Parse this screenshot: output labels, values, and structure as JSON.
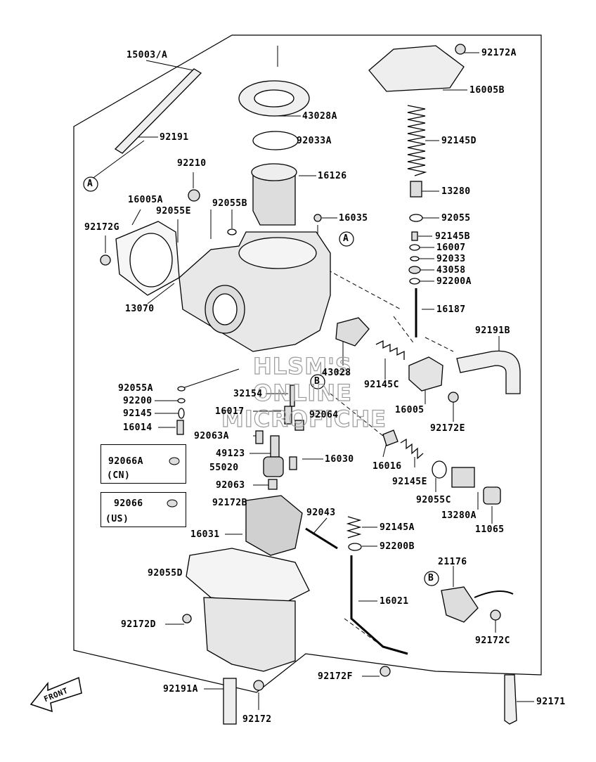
{
  "diagram": {
    "title": "",
    "callouts": {
      "a": "A",
      "b": "B"
    },
    "watermark": [
      "HLSM'S",
      "ONLINE",
      "MICROFICHE"
    ],
    "front_label": "FRONT",
    "boxes": {
      "cn": {
        "part": "92066A",
        "region": "(CN)"
      },
      "us": {
        "part": "92066",
        "region": "(US)"
      }
    },
    "parts": {
      "p15003A": "15003/A",
      "p92191": "92191",
      "p43028A": "43028A",
      "p92033A": "92033A",
      "p16126": "16126",
      "p92210": "92210",
      "p16005A": "16005A",
      "p92055E": "92055E",
      "p92055B": "92055B",
      "p16035": "16035",
      "p92172G": "92172G",
      "p13070": "13070",
      "p92172A": "92172A",
      "p16005B": "16005B",
      "p92145D": "92145D",
      "p13280": "13280",
      "p92055": "92055",
      "p92145B": "92145B",
      "p16007": "16007",
      "p92033": "92033",
      "p43058": "43058",
      "p92200A": "92200A",
      "p16187": "16187",
      "p92191B": "92191B",
      "p43028": "43028",
      "p92145C": "92145C",
      "p16005": "16005",
      "p92172E": "92172E",
      "p92055A": "92055A",
      "p92200": "92200",
      "p92145": "92145",
      "p16014": "16014",
      "p32154": "32154",
      "p16017": "16017",
      "p92064": "92064",
      "p92063A": "92063A",
      "p49123": "49123",
      "p55020": "55020",
      "p16030": "16030",
      "p92063": "92063",
      "p92172B": "92172B",
      "p16016": "16016",
      "p92145E": "92145E",
      "p92055C": "92055C",
      "p13280A": "13280A",
      "p11065": "11065",
      "p92043": "92043",
      "p16031": "16031",
      "p92145A": "92145A",
      "p92200B": "92200B",
      "p92055D": "92055D",
      "p16021": "16021",
      "p21176": "21176",
      "p92172C": "92172C",
      "p92172D": "92172D",
      "p92172F": "92172F",
      "p92191A": "92191A",
      "p92172": "92172",
      "p92171": "92171"
    }
  }
}
